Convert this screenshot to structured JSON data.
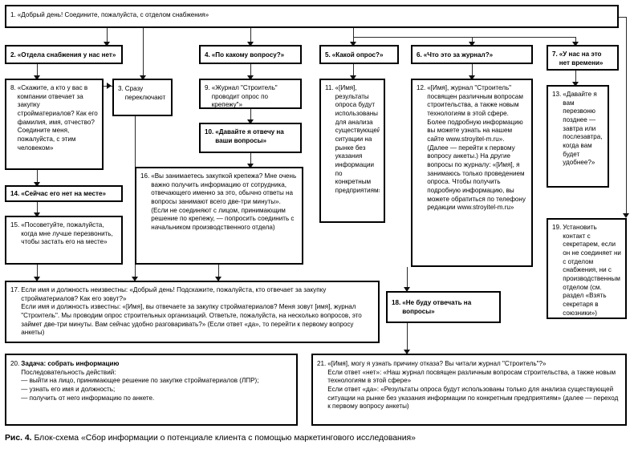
{
  "figure": {
    "label": "Рис. 4.",
    "caption": "Блок-схема «Сбор информации о потенциале клиента с помощью маркетингового исследования»"
  },
  "colors": {
    "line": "#2b2b2b",
    "box_border": "#000000",
    "background": "#ffffff",
    "text": "#000000"
  },
  "nodes": {
    "n1": {
      "num": "1.",
      "text": "«Добрый день! Соедините, пожалуйста, с отделом снабжения»"
    },
    "n2": {
      "num": "2.",
      "text": "«Отдела снабжения у нас нет»"
    },
    "n3": {
      "num": "3.",
      "text": "Сразу переключают"
    },
    "n4": {
      "num": "4.",
      "text": "«По какому вопросу?»"
    },
    "n5": {
      "num": "5.",
      "text": "«Какой опрос?»"
    },
    "n6": {
      "num": "6.",
      "text": "«Что это за журнал?»"
    },
    "n7": {
      "num": "7.",
      "text": "«У нас на это нет времени»"
    },
    "n8": {
      "num": "8.",
      "text": "«Скажите, а кто у вас в компании отвечает за закупку стройматериалов? Как его фамилия, имя, отчество? Соедините меня, пожалуйста, с этим человеком»"
    },
    "n9": {
      "num": "9.",
      "text": "«Журнал \"Строитель\" проводит опрос по крепежу\"»"
    },
    "n10": {
      "num": "10.",
      "text": "«Давайте я отвечу на ваши вопросы»"
    },
    "n11": {
      "num": "11.",
      "text": "«[Имя], результаты опроса будут использованы для анализа существующей ситуации на рынке без указания информации по конкретным предприятиям»"
    },
    "n12": {
      "num": "12.",
      "text": "«[Имя], журнал \"Строитель\" посвящен различным вопросам строительства, а также новым технологиям в этой сфере. Более подробную информацию вы можете узнать на нашем сайте www.stroyitel-m.ru». (Далее — перейти к первому вопросу анкеты.) На другие вопросы по журналу: «[Имя], я занимаюсь только проведением опроса. Чтобы получить подробную информацию, вы можете обратиться по телефону редакции www.stroyitel-m.ru»"
    },
    "n13": {
      "num": "13.",
      "text": "«Давайте я вам перезвоню позднее — завтра или послезавтра, когда вам будет удобнее?»"
    },
    "n14": {
      "num": "14.",
      "text": "«Сейчас его нет на месте»"
    },
    "n15": {
      "num": "15.",
      "text": "«Посоветуйте, пожалуйста, когда мне лучше перезвонить, чтобы застать его на месте»"
    },
    "n16": {
      "num": "16.",
      "text": "«Вы занимаетесь закупкой крепежа? Мне очень важно получить информацию от сотрудника, отвечающего именно за это, обычно ответы на вопросы занимают всего две-три минуты». (Если не соединяют с лицом, принимающим решение по крепежу, — попросить соединить с начальником производственного отдела)"
    },
    "n17": {
      "num": "17.",
      "line1": "Если имя и должность неизвестны: «Добрый день! Подскажите, пожалуйста, кто отвечает за закупку стройматериалов? Как его зовут?»",
      "line2": "Если имя и должность известны: «[Имя], вы отвечаете за закупку стройматериалов? Меня зовут [имя], журнал \"Строитель\". Мы проводим опрос строительных организаций. Ответьте, пожалуйста, на несколько вопросов, это займет две-три минуты. Вам сейчас удобно разговаривать?» (Если ответ «да», то перейти к первому вопросу анкеты)"
    },
    "n18": {
      "num": "18.",
      "text": "«Не буду отвечать на вопросы»"
    },
    "n19": {
      "num": "19.",
      "text": "Установить контакт с секретарем, если он не соединяет ни с отделом снабжения, ни с производственным отделом (см. раздел «Взять секретаря в союзники»)"
    },
    "n20": {
      "num": "20.",
      "title": "Задача: собрать информацию",
      "subtitle": "Последовательность действий:",
      "items": [
        "— выйти на лицо, принимающее решение по закупке стройматериалов (ЛПР);",
        "— узнать его имя и должность;",
        "— получить от него информацию по анкете."
      ]
    },
    "n21": {
      "num": "21.",
      "line1": "«[Имя], могу я узнать причину отказа? Вы читали журнал \"Строитель\"?»",
      "line2": "Если ответ «нет»: «Наш журнал посвящен различным вопросам строительства, а также новым технологиям в этой сфере»",
      "line3": "Если ответ «да»: «Результаты опроса будут использованы только для анализа существующей ситуации на рынке без указания информации по конкретным предприятиям» (далее — переход к первому вопросу анкеты)"
    }
  }
}
